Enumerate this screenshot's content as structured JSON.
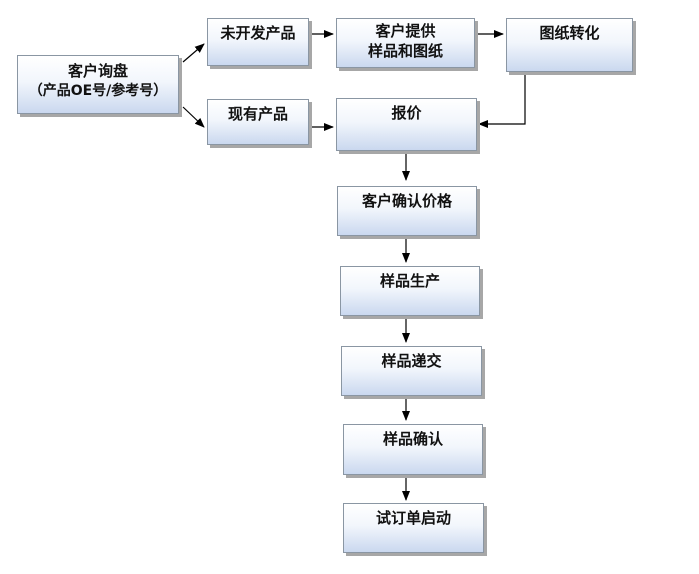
{
  "nodes": {
    "inquiry": {
      "line1": "客户询盘",
      "line2": "（产品OE号/参考号）"
    },
    "undeveloped": "未开发产品",
    "existing": "现有产品",
    "provide_samples": {
      "line1": "客户提供",
      "line2": "样品和图纸"
    },
    "drawing_conversion": "图纸转化",
    "quote": "报价",
    "confirm_price": "客户确认价格",
    "sample_production": "样品生产",
    "sample_delivery": "样品递交",
    "sample_confirmation": "样品确认",
    "trial_order": "试订单启动"
  },
  "colors": {
    "node_border": "#8a96a3",
    "node_gradient_top": "#ffffff",
    "node_gradient_bottom": "#cad8ef",
    "arrow": "#000000"
  }
}
